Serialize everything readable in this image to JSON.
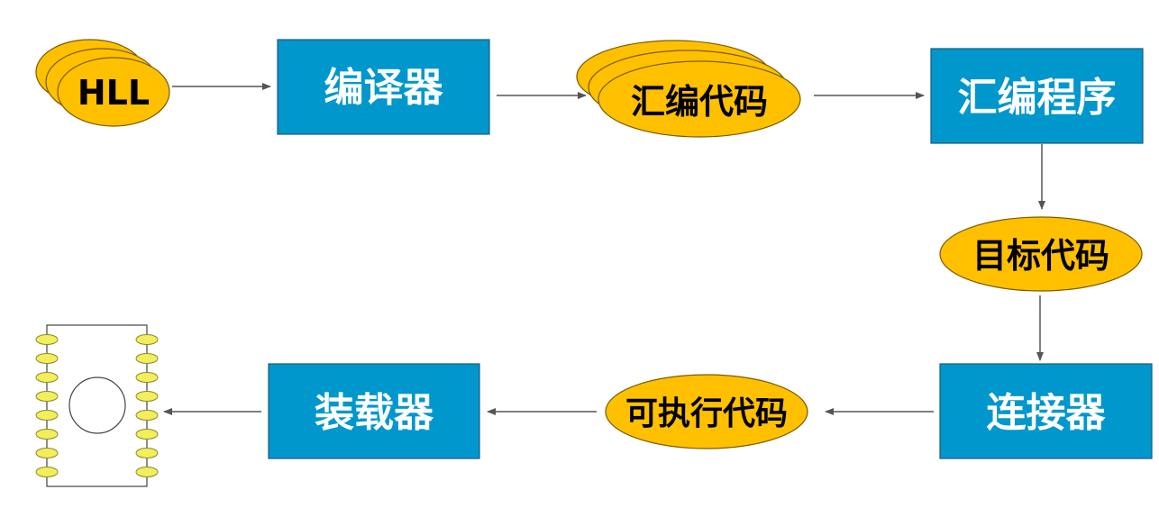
{
  "colors": {
    "box_fill": "#0097cc",
    "box_stroke": "#1a5a80",
    "ellipse_fill": "#ffc000",
    "ellipse_stroke": "#7a5c00",
    "arrow": "#555555",
    "chip_pin_fill": "#f2ef5a",
    "chip_pin_stroke": "#8a8a30"
  },
  "nodes": {
    "hll": "HLL",
    "compiler": "编译器",
    "assembly_code": "汇编代码",
    "assembler": "汇编程序",
    "object_code": "目标代码",
    "linker": "连接器",
    "executable_code": "可执行代码",
    "loader": "装载器"
  },
  "icons": {
    "target": "microchip-icon"
  }
}
